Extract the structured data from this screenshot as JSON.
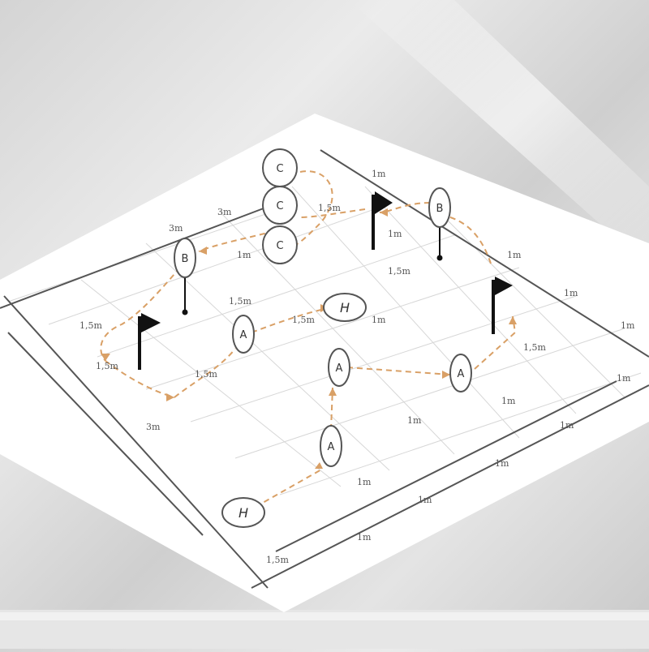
{
  "diagram": {
    "labels": {
      "top_left": "3m",
      "top_right_1": "1m",
      "top_right_2": "1m",
      "upper_mid_a": "1m",
      "upper_mid_b": "1,5m",
      "upper_mid_c": "1,5m",
      "mid_left_1": "1,5m",
      "mid_left_2": "1,5m",
      "mid_left_3": "1,5m",
      "mid_center_1": "1,5m",
      "mid_center_2": "1,5m",
      "mid_right_1": "1m",
      "mid_right_2": "1m",
      "mid_right_3": "1,5m",
      "right_edge_1": "1m",
      "right_edge_2": "1m",
      "right_edge_3": "1m",
      "right_edge_4": "1m",
      "right_edge_5": "1m",
      "lower_left": "3m",
      "lower_mid_1": "1m",
      "lower_mid_2": "1m",
      "lower_mid_3": "1m",
      "bottom_1": "1m",
      "bottom_2": "1m",
      "c_mark": "1,5m",
      "small_mark": "3m"
    },
    "nodes": {
      "c1": "C",
      "c2": "C",
      "c3": "C",
      "b1": "B",
      "b2": "B",
      "h1": "H",
      "h2": "H",
      "a1": "A",
      "a2": "A",
      "a3": "A",
      "a4": "A"
    },
    "colors": {
      "path": "#d9a066",
      "line": "#555555",
      "flag": "#111111"
    }
  }
}
